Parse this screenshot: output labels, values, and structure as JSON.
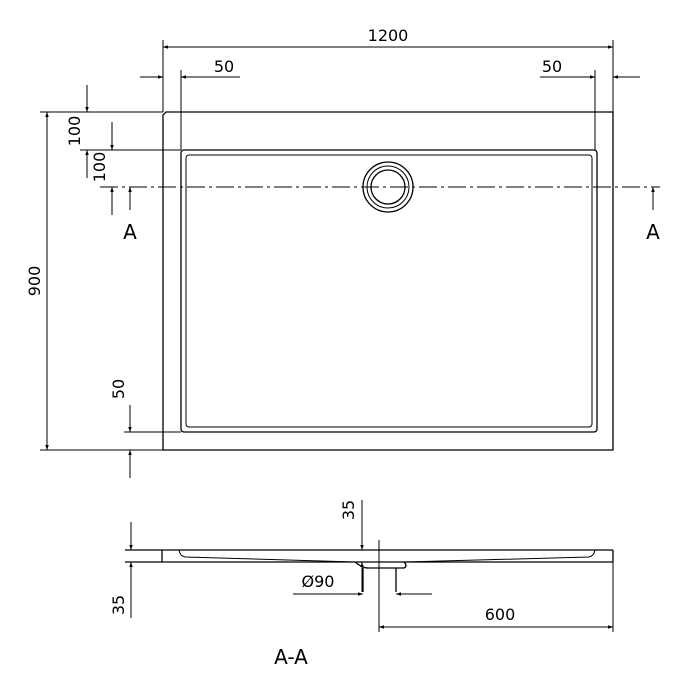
{
  "plan_view": {
    "dims": {
      "width": "1200",
      "left_rim": "50",
      "right_rim": "50",
      "depth": "900",
      "top_rim": "100",
      "drain_offset": "100",
      "bottom_rim": "50"
    },
    "section_marker_left": "A",
    "section_marker_right": "A"
  },
  "section_view": {
    "title": "A-A",
    "dims": {
      "drain_depth": "35",
      "tray_height": "35",
      "drain_diameter": "Ø90",
      "drain_center": "600"
    }
  }
}
